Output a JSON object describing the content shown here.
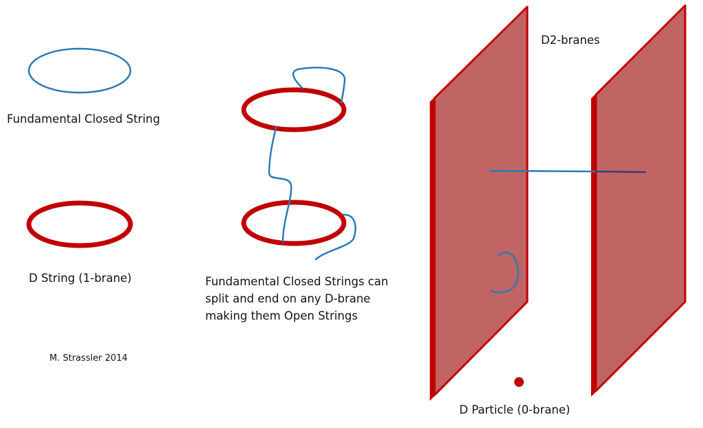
{
  "labels": {
    "fundamental_closed_string": "Fundamental Closed String",
    "d_string": "D String (1-brane)",
    "caption_lines": [
      "Fundamental Closed Strings can",
      "split and end on any D-brane",
      "making them Open Strings"
    ],
    "credit": "M. Strassler 2014",
    "d2_branes": "D2-branes",
    "d_particle": "D Particle (0-brane)"
  },
  "colors": {
    "fundamental_string": "#2a7ab8",
    "d_brane_edge": "#c00000",
    "d_brane_fill": "#c06464",
    "text": "#111111"
  }
}
